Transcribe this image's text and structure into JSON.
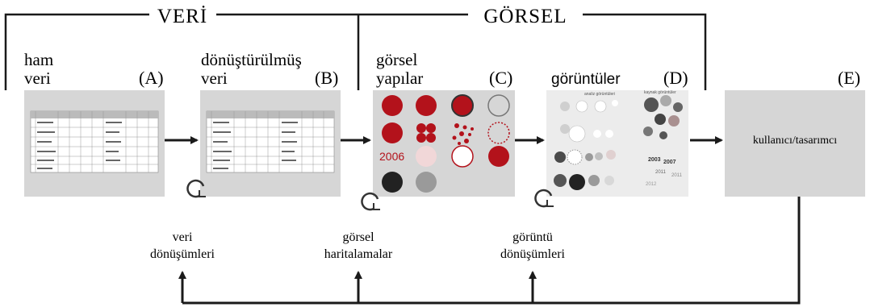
{
  "header": {
    "left_label": "VERİ",
    "right_label": "GÖRSEL"
  },
  "stages": [
    {
      "key": "A",
      "title_lines": [
        "ham",
        "veri"
      ],
      "letter": "(A)"
    },
    {
      "key": "B",
      "title_lines": [
        "dönüştürülmüş",
        "veri"
      ],
      "letter": "(B)"
    },
    {
      "key": "C",
      "title_lines": [
        "görsel",
        "yapılar"
      ],
      "letter": "(C)"
    },
    {
      "key": "D",
      "title_lines": [
        "görüntüler"
      ],
      "letter": "(D)"
    },
    {
      "key": "E",
      "title_lines": [],
      "letter": "(E)",
      "box_text": "kullanıcı/tasarımcı"
    }
  ],
  "transforms": [
    {
      "lines": [
        "veri",
        "dönüşümleri"
      ]
    },
    {
      "lines": [
        "görsel",
        "haritalamalar"
      ]
    },
    {
      "lines": [
        "görüntü",
        "dönüşümleri"
      ]
    }
  ],
  "thumb_c": {
    "year": "2006"
  },
  "thumb_d": {
    "left_title": "analiz görüntüleri",
    "right_title": "kaynak görüntüler",
    "years": [
      "2003",
      "2007",
      "2011",
      "2011",
      "2012"
    ]
  },
  "colors": {
    "box_gray": "#d6d6d6",
    "line": "#1a1a1a",
    "accent_red": "#b3121b"
  }
}
